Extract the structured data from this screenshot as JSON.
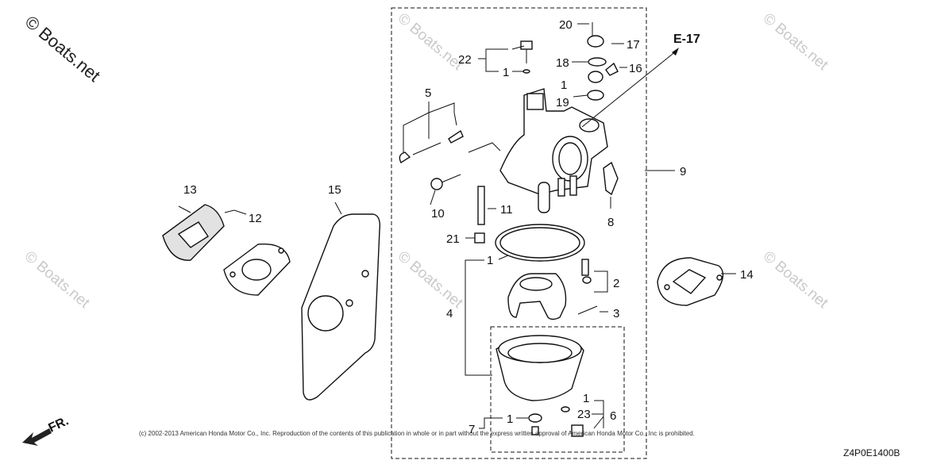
{
  "watermark": {
    "main": "© Boats.net",
    "faint": "© Boats.net"
  },
  "copyright": "(c) 2002-2013 American Honda Motor Co., Inc. Reproduction of the contents of this publication in whole or in part without the express written approval of American Honda Motor Co., Inc is prohibited.",
  "diagram_code": "Z4P0E1400B",
  "reference": "E-17",
  "front_label": "FR.",
  "callouts": {
    "c1a": "1",
    "c1b": "1",
    "c1c": "1",
    "c1d": "1",
    "c1e": "1",
    "c2": "2",
    "c3": "3",
    "c4": "4",
    "c5": "5",
    "c6": "6",
    "c7": "7",
    "c8": "8",
    "c9": "9",
    "c10": "10",
    "c11": "11",
    "c12": "12",
    "c13": "13",
    "c14": "14",
    "c15": "15",
    "c16": "16",
    "c17": "17",
    "c18": "18",
    "c19": "19",
    "c20": "20",
    "c21": "21",
    "c22": "22",
    "c23": "23"
  }
}
